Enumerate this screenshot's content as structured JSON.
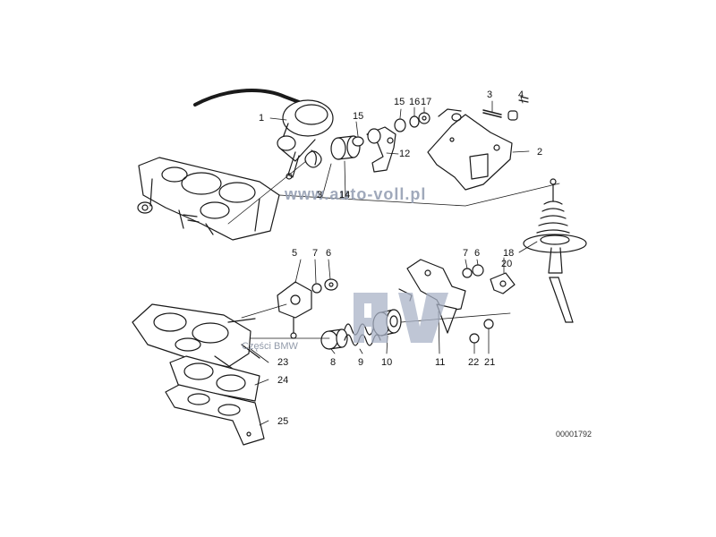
{
  "diagram": {
    "reference_code": "00001792",
    "watermark_site": "www.auto-voll.pl",
    "watermark_text": "Części BMW",
    "logo_text": "AV",
    "labels": [
      {
        "id": "1",
        "text": "1"
      },
      {
        "id": "3a",
        "text": "3"
      },
      {
        "id": "4",
        "text": "4"
      },
      {
        "id": "15a",
        "text": "15"
      },
      {
        "id": "16",
        "text": "16"
      },
      {
        "id": "17",
        "text": "17"
      },
      {
        "id": "15b",
        "text": "15"
      },
      {
        "id": "2",
        "text": "2"
      },
      {
        "id": "12",
        "text": "12"
      },
      {
        "id": "3b",
        "text": "3"
      },
      {
        "id": "14",
        "text": "14"
      },
      {
        "id": "5",
        "text": "5"
      },
      {
        "id": "7a",
        "text": "7"
      },
      {
        "id": "6a",
        "text": "6"
      },
      {
        "id": "7b",
        "text": "7"
      },
      {
        "id": "6b",
        "text": "6"
      },
      {
        "id": "18",
        "text": "18"
      },
      {
        "id": "20",
        "text": "20"
      },
      {
        "id": "23",
        "text": "23"
      },
      {
        "id": "24",
        "text": "24"
      },
      {
        "id": "25",
        "text": "25"
      },
      {
        "id": "8",
        "text": "8"
      },
      {
        "id": "9",
        "text": "9"
      },
      {
        "id": "10",
        "text": "10"
      },
      {
        "id": "11",
        "text": "11"
      },
      {
        "id": "22",
        "text": "22"
      },
      {
        "id": "21",
        "text": "21"
      }
    ],
    "colors": {
      "line": "#1a1a1a",
      "logo_blue": "#a9b3c7"
    }
  }
}
